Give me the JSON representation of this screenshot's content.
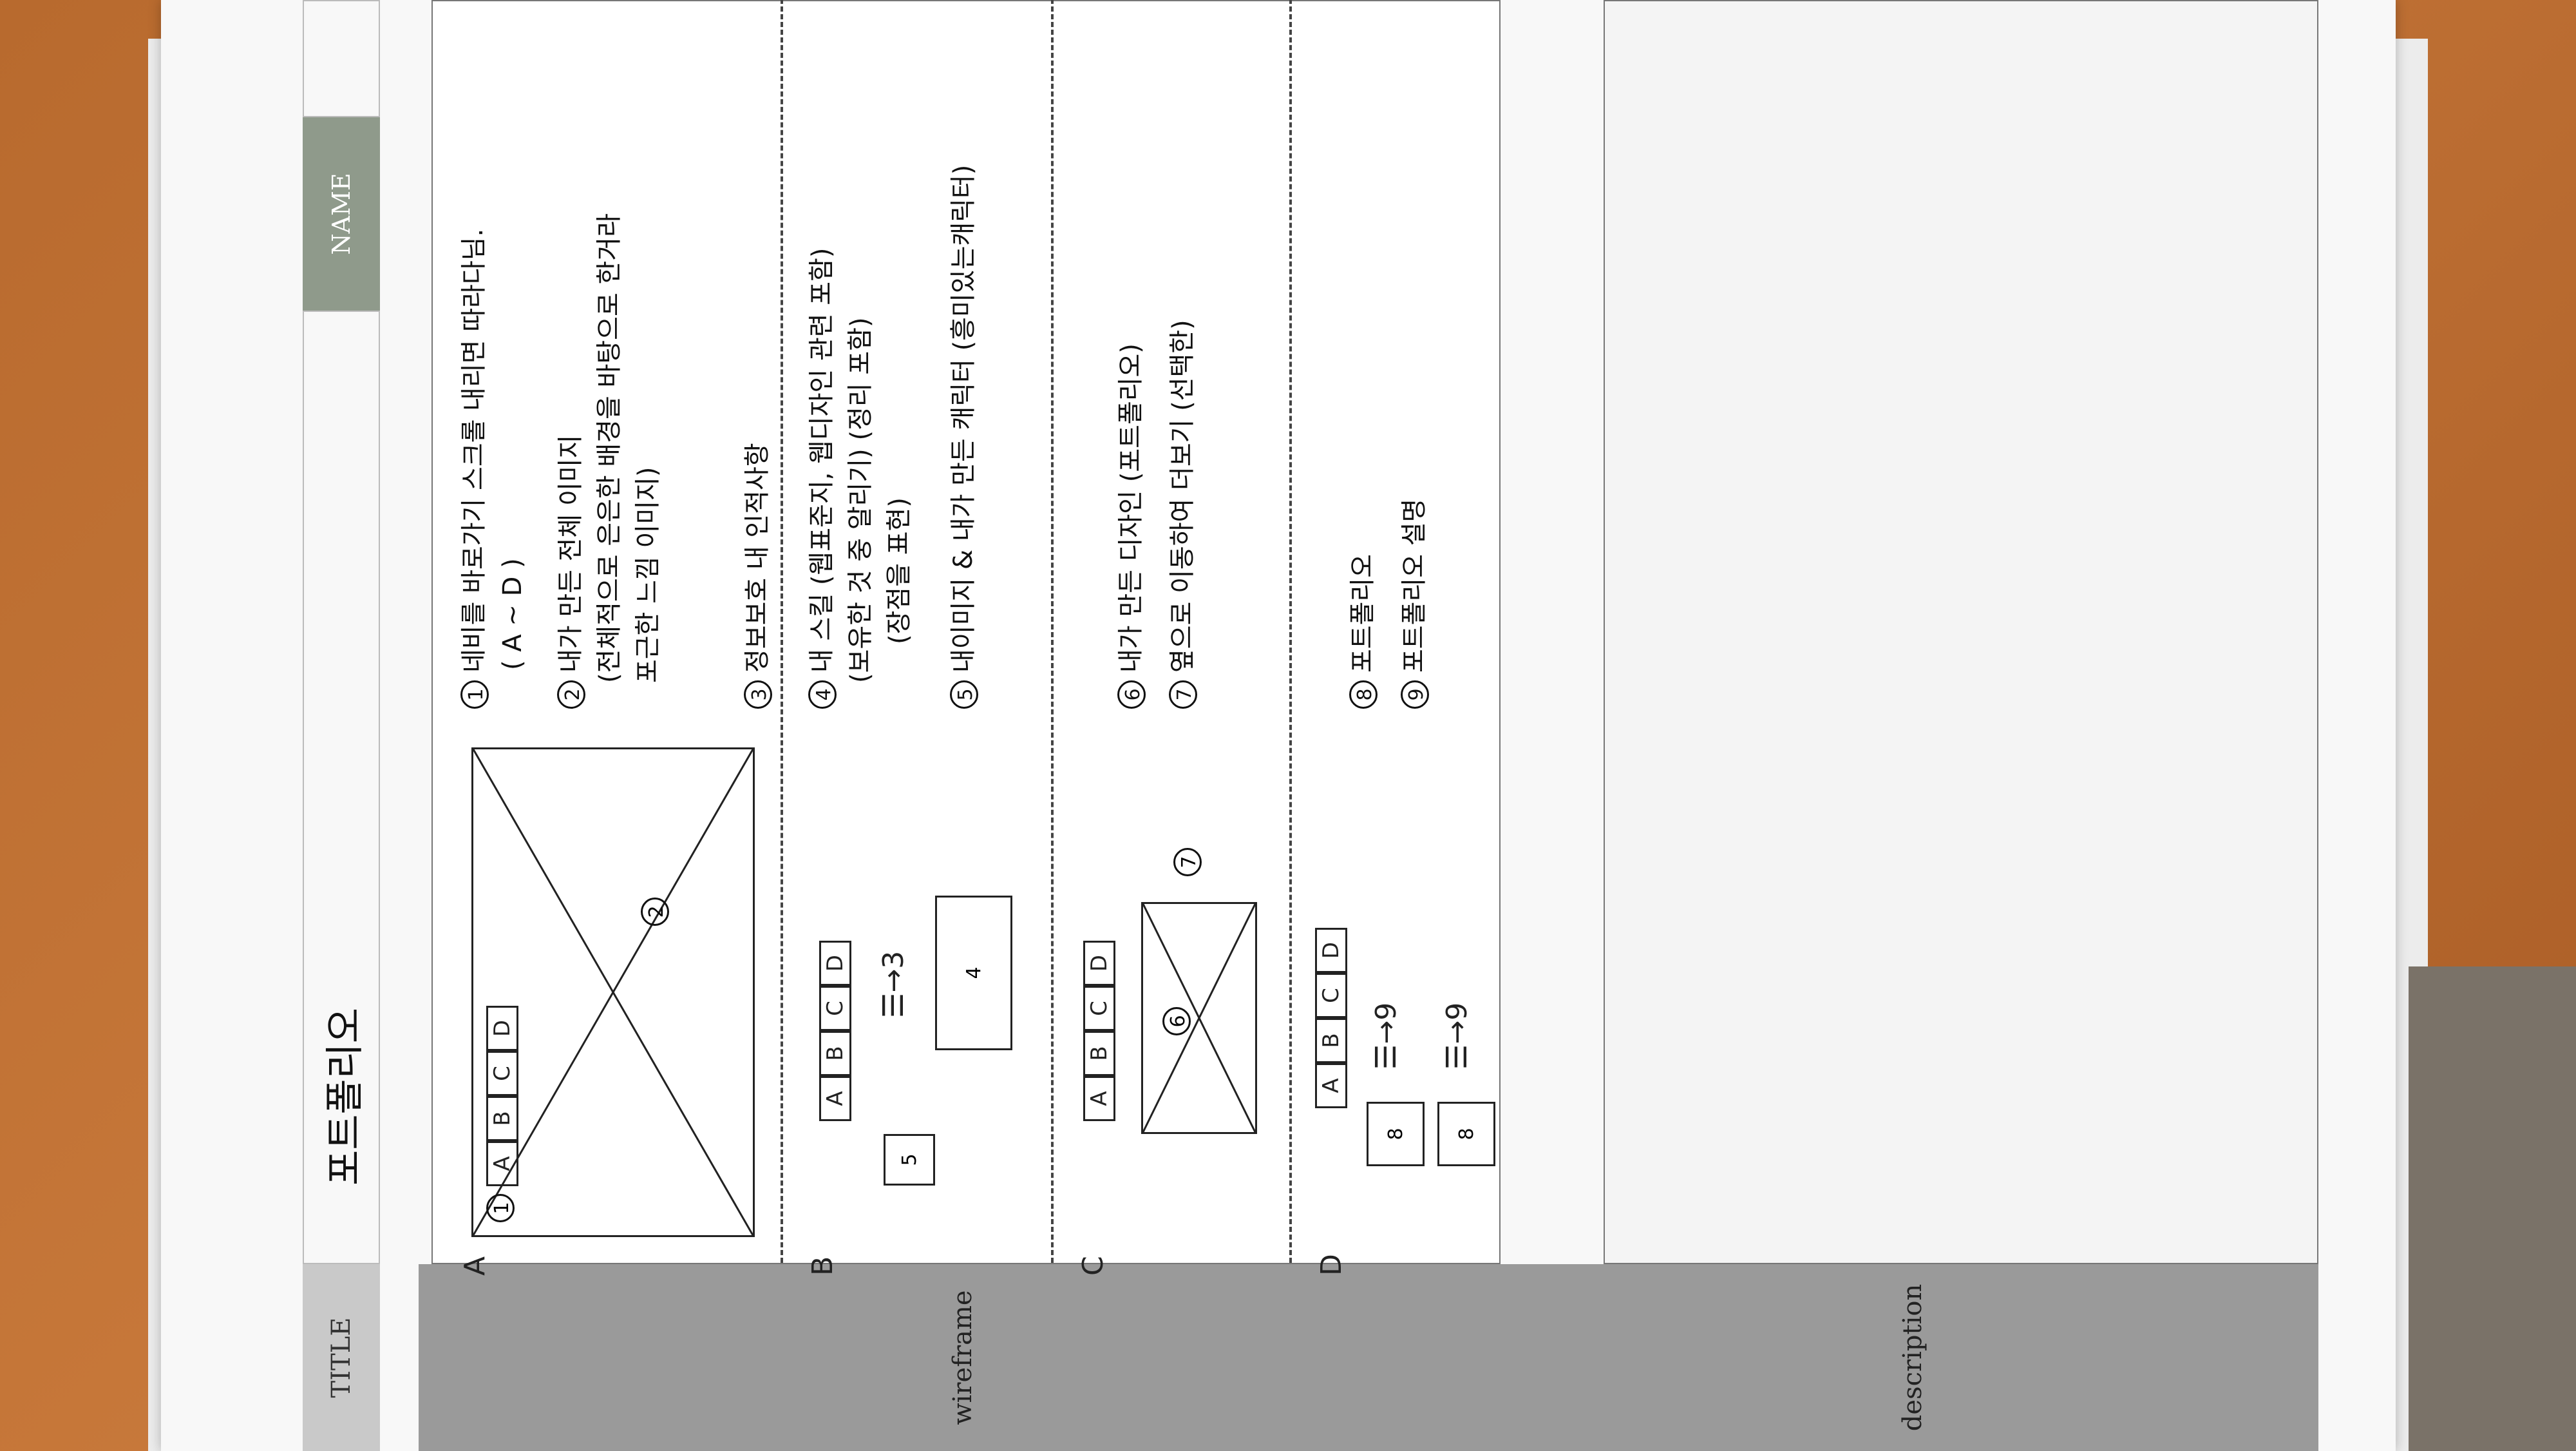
{
  "header": {
    "title_label": "TITLE",
    "title_value": "포트폴리오",
    "name_label": "NAME",
    "name_value": ""
  },
  "sections": {
    "wireframe_label": "wireframe",
    "description_label": "description"
  },
  "rows": [
    {
      "letter": "A"
    },
    {
      "letter": "B"
    },
    {
      "letter": "C"
    },
    {
      "letter": "D"
    }
  ],
  "nav_tabs": [
    "A",
    "B",
    "C",
    "D"
  ],
  "marks": {
    "m1": "1",
    "m2": "2",
    "m3": "3",
    "m4": "4",
    "m5": "5",
    "m6": "6",
    "m7": "7",
    "m8": "8",
    "m9": "9"
  },
  "notes": {
    "a1": "네비를 바로가기 스크롤 내리면 따라다님.",
    "a1b": "( A ~ D )",
    "a2": "내가 만든 전체 이미지",
    "a2b": "(전체적으로 은은한 배경을 바탕으로 한거라",
    "a2c": "포근한 느낌 이미지)",
    "b3": "정보보호 내 인적사항",
    "b4": "내 스킬 (웹표준지, 웹디자인 관련 포함)",
    "b4b": "(보유한 것 중 알리기) (정리 포함)",
    "b4c": "(장점을 표현)",
    "b5": "내이미지 & 내가 만든 캐릭터 (흥미있는캐릭터)",
    "c6": "내가 만든 디자인 (포트폴리오)",
    "c7": "옆으로 이동하여 더보기 (선택한)",
    "d8": "포트폴리오",
    "d9": "포트폴리오 설명"
  }
}
